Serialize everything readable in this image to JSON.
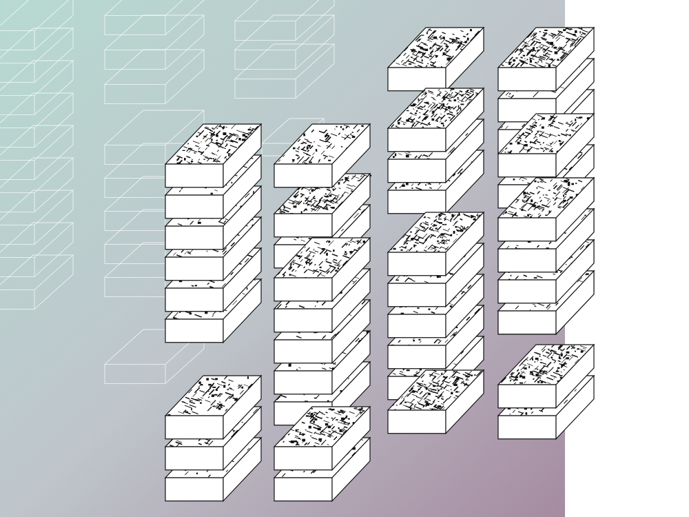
{
  "canvas": {
    "background_gradient": [
      "#b7dbd2",
      "#bfc6cc",
      "#a58aa0"
    ],
    "right_strip_color": "#ffffff",
    "outline_color": "#ffffff",
    "stack_stroke": "#111111",
    "stack_face": "#ffffff"
  },
  "stacks": [
    {
      "id": "s1",
      "tiles": 6
    },
    {
      "id": "s2",
      "tiles": 3
    },
    {
      "id": "s3",
      "tiles": 2
    },
    {
      "id": "s4",
      "tiles": 5
    },
    {
      "id": "s5",
      "tiles": 3
    },
    {
      "id": "s6",
      "tiles": 1
    },
    {
      "id": "s7",
      "tiles": 3
    },
    {
      "id": "s8",
      "tiles": 5
    },
    {
      "id": "s9",
      "tiles": 1
    },
    {
      "id": "s10",
      "tiles": 2
    },
    {
      "id": "s11",
      "tiles": 1
    },
    {
      "id": "s12",
      "tiles": 4
    },
    {
      "id": "s13",
      "tiles": 2
    },
    {
      "id": "s14",
      "tiles": 4
    },
    {
      "id": "s15",
      "tiles": 2
    }
  ]
}
